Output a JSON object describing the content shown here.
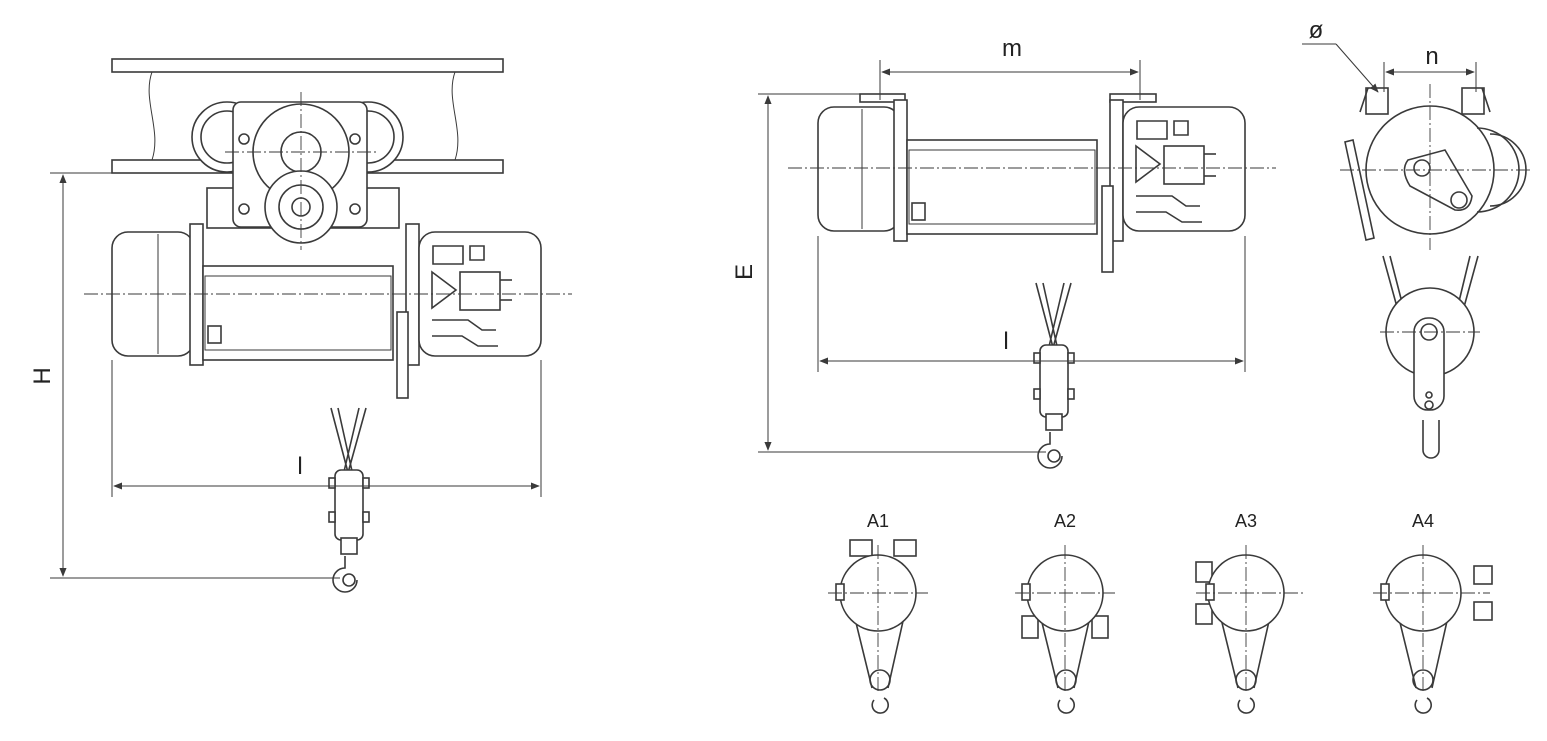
{
  "colors": {
    "line": "#3a3a3a",
    "background": "#ffffff"
  },
  "dimensions": {
    "front_height": "H",
    "front_length": "l",
    "side_height": "E",
    "side_length": "l",
    "rail_span": "m",
    "wheel_spacing": "n",
    "diameter": "ø"
  },
  "variants": [
    "A1",
    "A2",
    "A3",
    "A4"
  ]
}
